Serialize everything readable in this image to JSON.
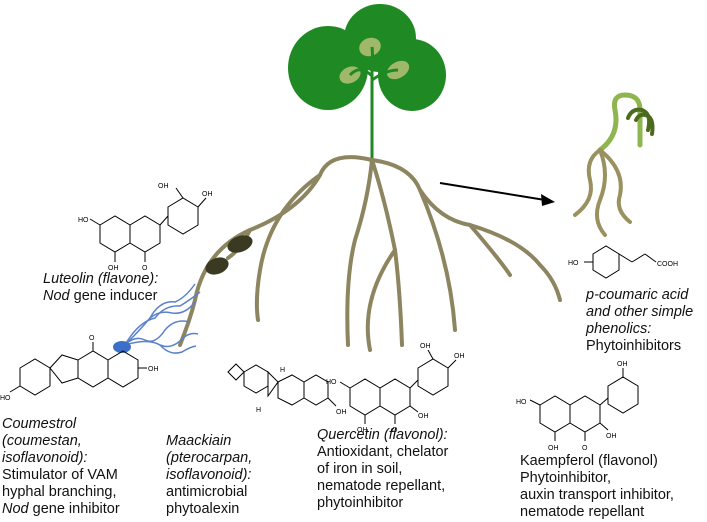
{
  "colors": {
    "leaf_dark": "#1f8a24",
    "leaf_inner": "#9fb86a",
    "root": "#8c8560",
    "seedling_stem": "#8fb54f",
    "seedling_root": "#9a9160",
    "fungus_line": "#5b82c9",
    "fungus_spore": "#3b6fc9",
    "seed_dark": "#3a3a22",
    "arrow": "#000000"
  },
  "labels": {
    "luteolin": {
      "line1": "Luteolin (flavone):",
      "line2_italic": "Nod",
      "line2_rest": " gene inducer"
    },
    "coumestrol": {
      "line1": "Coumestrol",
      "line2": "(coumestan,",
      "line3": "isoflavonoid):",
      "line4": "Stimulator of VAM",
      "line5": "hyphal branching,",
      "line6_italic": "Nod",
      "line6_rest": " gene inhibitor"
    },
    "maackiain": {
      "line1": "Maackiain",
      "line2": "(pterocarpan,",
      "line3": "isoflavonoid):",
      "line4": "antimicrobial",
      "line5": "phytoalexin"
    },
    "quercetin": {
      "line1": "Quercetin (flavonol):",
      "line2": "Antioxidant, chelator",
      "line3": "of iron in soil,",
      "line4": "nematode repellant,",
      "line5": "phytoinhibitor"
    },
    "kaempferol": {
      "line1": "Kaempferol (flavonol)",
      "line2": "Phytoinhibitor,",
      "line3": "auxin transport inhibitor,",
      "line4": "nematode repellant"
    },
    "coumaric": {
      "line1": "p-coumaric acid",
      "line2": "and other simple",
      "line3": "phenolics:",
      "line4": "Phytoinhibitors"
    }
  },
  "atoms": {
    "oh": "OH",
    "ho": "HO",
    "o": "O",
    "h": "H",
    "cooh": "COOH"
  }
}
